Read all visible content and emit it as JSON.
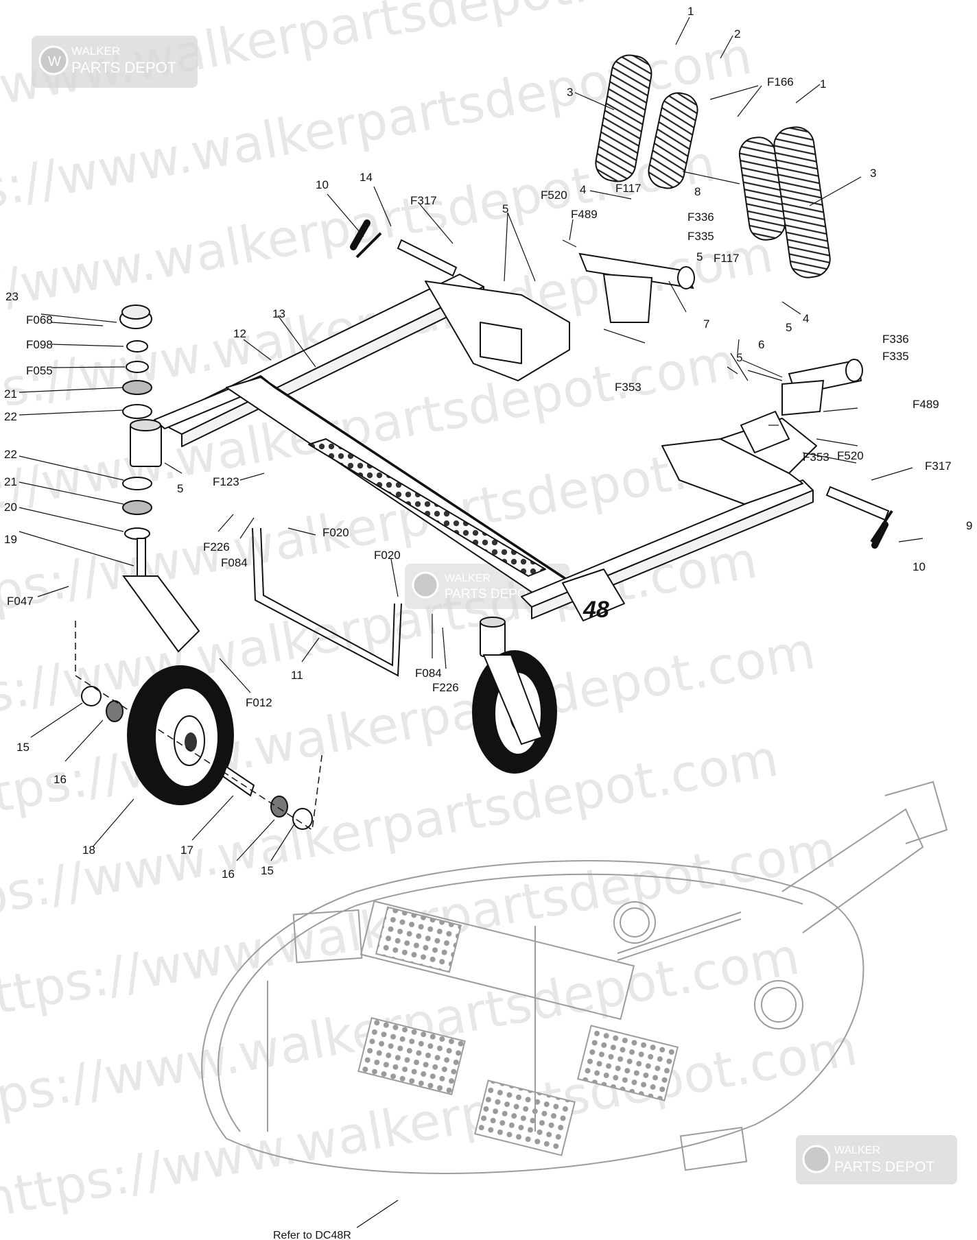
{
  "watermark": {
    "lines": [
      "https://www.walkerpartsdepot.com",
      "https://www.walkerpartsdepot.com",
      "https://www.walkerpartsdepot.com",
      "https://www.walkerpartsdepot.com",
      "https://www.walkerpartsdepot.com",
      "https://www.walkerpartsdepot.com",
      "https://www.walkerpartsdepot.com",
      "https://www.walkerpartsdepot.com",
      "https://www.walkerpartsdepot.com",
      "https://www.walkerpartsdepot.com",
      "https://www.walkerpartsdepot.com",
      "https://www.walkerpartsdepot.com"
    ],
    "logo_top": "WALKER",
    "logo_bottom": "PARTS DEPOT",
    "color": "#cfcfcf"
  },
  "deck_number": "48",
  "reference_note": "Refer to DC48R",
  "callouts": [
    {
      "id": "c1a",
      "text": "1"
    },
    {
      "id": "c2",
      "text": "2"
    },
    {
      "id": "c3a",
      "text": "3"
    },
    {
      "id": "cF166",
      "text": "F166"
    },
    {
      "id": "c1b",
      "text": "1"
    },
    {
      "id": "c3b",
      "text": "3"
    },
    {
      "id": "cF117a",
      "text": "F117"
    },
    {
      "id": "c8",
      "text": "8"
    },
    {
      "id": "c4a",
      "text": "4"
    },
    {
      "id": "cF520a",
      "text": "F520"
    },
    {
      "id": "cF489a",
      "text": "F489"
    },
    {
      "id": "cF336a",
      "text": "F336"
    },
    {
      "id": "cF335a",
      "text": "F335"
    },
    {
      "id": "c5a",
      "text": "5"
    },
    {
      "id": "cF117b",
      "text": "F117"
    },
    {
      "id": "c10a",
      "text": "10"
    },
    {
      "id": "c14",
      "text": "14"
    },
    {
      "id": "cF317a",
      "text": "F317"
    },
    {
      "id": "c5b",
      "text": "5"
    },
    {
      "id": "c7",
      "text": "7"
    },
    {
      "id": "c4b",
      "text": "4"
    },
    {
      "id": "c5c",
      "text": "5"
    },
    {
      "id": "cF336b",
      "text": "F336"
    },
    {
      "id": "cF335b",
      "text": "F335"
    },
    {
      "id": "c23",
      "text": "23"
    },
    {
      "id": "c13",
      "text": "13"
    },
    {
      "id": "c12",
      "text": "12"
    },
    {
      "id": "cF068",
      "text": "F068"
    },
    {
      "id": "cF098",
      "text": "F098"
    },
    {
      "id": "cF055",
      "text": "F055"
    },
    {
      "id": "c21a",
      "text": "21"
    },
    {
      "id": "c22a",
      "text": "22"
    },
    {
      "id": "cF353a",
      "text": "F353"
    },
    {
      "id": "c6",
      "text": "6"
    },
    {
      "id": "c5d",
      "text": "5"
    },
    {
      "id": "cF489b",
      "text": "F489"
    },
    {
      "id": "cF520b",
      "text": "F520"
    },
    {
      "id": "cF353b",
      "text": "F353"
    },
    {
      "id": "cF317b",
      "text": "F317"
    },
    {
      "id": "c22b",
      "text": "22"
    },
    {
      "id": "c21b",
      "text": "21"
    },
    {
      "id": "c5e",
      "text": "5"
    },
    {
      "id": "cF123",
      "text": "F123"
    },
    {
      "id": "c20",
      "text": "20"
    },
    {
      "id": "c19",
      "text": "19"
    },
    {
      "id": "cF226a",
      "text": "F226"
    },
    {
      "id": "cF084a",
      "text": "F084"
    },
    {
      "id": "cF020a",
      "text": "F020"
    },
    {
      "id": "c9",
      "text": "9"
    },
    {
      "id": "c10b",
      "text": "10"
    },
    {
      "id": "cF047",
      "text": "F047"
    },
    {
      "id": "cF020b",
      "text": "F020"
    },
    {
      "id": "cF084b",
      "text": "F084"
    },
    {
      "id": "cF226b",
      "text": "F226"
    },
    {
      "id": "c11",
      "text": "11"
    },
    {
      "id": "cF012",
      "text": "F012"
    },
    {
      "id": "c15a",
      "text": "15"
    },
    {
      "id": "c16a",
      "text": "16"
    },
    {
      "id": "c18",
      "text": "18"
    },
    {
      "id": "c17",
      "text": "17"
    },
    {
      "id": "c16b",
      "text": "16"
    },
    {
      "id": "c15b",
      "text": "15"
    }
  ]
}
